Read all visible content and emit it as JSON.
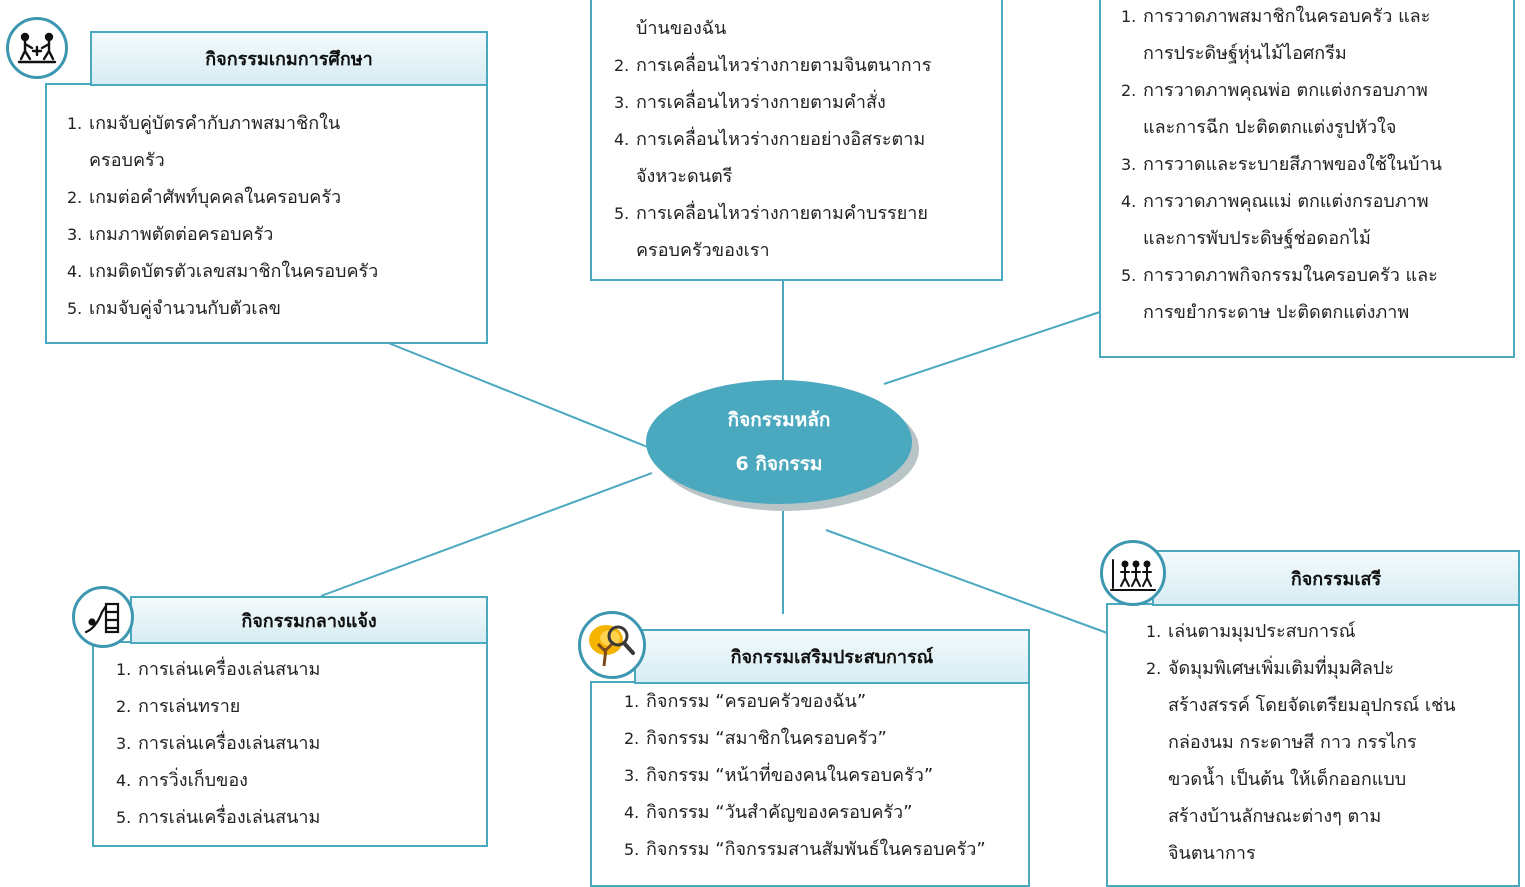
{
  "center": {
    "line1": "กิจกรรมหลัก",
    "line2": "6 กิจกรรม"
  },
  "game": {
    "title": "กิจกรรมเกมการศึกษา",
    "icon": "children-playing-icon",
    "items": [
      {
        "num": "1.",
        "text": "เกมจับคู่บัตรคำกับภาพสมาชิกใน"
      },
      {
        "num": "",
        "text": "ครอบครัว"
      },
      {
        "num": "2.",
        "text": "เกมต่อคำศัพท์บุคคลในครอบครัว"
      },
      {
        "num": "3.",
        "text": "เกมภาพตัดต่อครอบครัว"
      },
      {
        "num": "4.",
        "text": "เกมติดบัตรตัวเลขสมาชิกในครอบครัว"
      },
      {
        "num": "5.",
        "text": "เกมจับคู่จำนวนกับตัวเลข"
      }
    ]
  },
  "movement": {
    "items": [
      {
        "num": "",
        "text": "บ้านของฉัน"
      },
      {
        "num": "2.",
        "text": "การเคลื่อนไหวร่างกายตามจินตนาการ"
      },
      {
        "num": "3.",
        "text": "การเคลื่อนไหวร่างกายตามคำสั่ง"
      },
      {
        "num": "4.",
        "text": "การเคลื่อนไหวร่างกายอย่างอิสระตาม"
      },
      {
        "num": "",
        "text": "จังหวะดนตรี"
      },
      {
        "num": "5.",
        "text": "การเคลื่อนไหวร่างกายตามคำบรรยาย"
      },
      {
        "num": "",
        "text": "ครอบครัวของเรา"
      }
    ]
  },
  "art": {
    "items": [
      {
        "num": "1.",
        "text": "การวาดภาพสมาชิกในครอบครัว และ"
      },
      {
        "num": "",
        "text": "การประดิษฐ์หุ่นไม้ไอศกรีม"
      },
      {
        "num": "2.",
        "text": "การวาดภาพคุณพ่อ ตกแต่งกรอบภาพ"
      },
      {
        "num": "",
        "text": "และการฉีก ปะติดตกแต่งรูปหัวใจ"
      },
      {
        "num": "3.",
        "text": "การวาดและระบายสีภาพของใช้ในบ้าน"
      },
      {
        "num": "4.",
        "text": "การวาดภาพคุณแม่ ตกแต่งกรอบภาพ"
      },
      {
        "num": "",
        "text": "และการพับประดิษฐ์ช่อดอกไม้"
      },
      {
        "num": "5.",
        "text": "การวาดภาพกิจกรรมในครอบครัว และ"
      },
      {
        "num": "",
        "text": "การขยำกระดาษ ปะติดตกแต่งภาพ"
      }
    ]
  },
  "outdoor": {
    "title": "กิจกรรมกลางแจ้ง",
    "icon": "playground-slide-icon",
    "items": [
      {
        "num": "1.",
        "text": "การเล่นเครื่องเล่นสนาม"
      },
      {
        "num": "2.",
        "text": "การเล่นทราย"
      },
      {
        "num": "3.",
        "text": "การเล่นเครื่องเล่นสนาม"
      },
      {
        "num": "4.",
        "text": "การวิ่งเก็บของ"
      },
      {
        "num": "5.",
        "text": "การเล่นเครื่องเล่นสนาม"
      }
    ]
  },
  "experience": {
    "title": "กิจกรรมเสริมประสบการณ์",
    "icon": "magnifier-tree-icon",
    "items": [
      {
        "num": "1.",
        "text": "กิจกรรม “ครอบครัวของฉัน”"
      },
      {
        "num": "2.",
        "text": "กิจกรรม “สมาชิกในครอบครัว”"
      },
      {
        "num": "3.",
        "text": "กิจกรรม “หน้าที่ของคนในครอบครัว”"
      },
      {
        "num": "4.",
        "text": "กิจกรรม “วันสำคัญของครอบครัว”"
      },
      {
        "num": "5.",
        "text": "กิจกรรม “กิจกรรมสานสัมพันธ์ในครอบครัว”"
      }
    ]
  },
  "free": {
    "title": "กิจกรรมเสรี",
    "icon": "people-group-icon",
    "items": [
      {
        "num": "1.",
        "text": "เล่นตามมุมประสบการณ์"
      },
      {
        "num": "2.",
        "text": "จัดมุมพิเศษเพิ่มเติมที่มุมศิลปะ"
      },
      {
        "num": "",
        "text": "สร้างสรรค์ โดยจัดเตรียมอุปกรณ์ เช่น"
      },
      {
        "num": "",
        "text": "กล่องนม กระดาษสี กาว กรรไกร"
      },
      {
        "num": "",
        "text": "ขวดน้ำ เป็นต้น ให้เด็กออกแบบ"
      },
      {
        "num": "",
        "text": "สร้างบ้านลักษณะต่างๆ ตาม"
      },
      {
        "num": "",
        "text": "จินตนาการ"
      }
    ]
  }
}
